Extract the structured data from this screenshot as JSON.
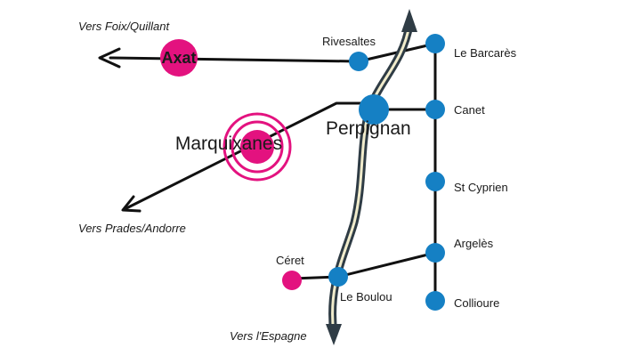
{
  "colors": {
    "road": "#111111",
    "highway": "#2f3c45",
    "highway_core": "#f1eccc",
    "station": "#1580c4",
    "accent": "#e3127f",
    "text": "#1a1a1a"
  },
  "directions": {
    "foix": "Vers Foix/Quillant",
    "prades": "Vers Prades/Andorre",
    "espagne": "Vers l'Espagne"
  },
  "places": {
    "axat": "Axat",
    "marquixanes": "Marquixanes",
    "rivesaltes": "Rivesaltes",
    "perpignan": "Perpignan",
    "le_barcares": "Le Barcarès",
    "canet": "Canet",
    "st_cyprien": "St Cyprien",
    "argeles": "Argelès",
    "collioure": "Collioure",
    "ceret": "Céret",
    "le_boulou": "Le Boulou"
  },
  "icons": {
    "arrow": "arrow-icon",
    "station": "station-dot-icon",
    "highlight": "highlight-ring-icon"
  }
}
